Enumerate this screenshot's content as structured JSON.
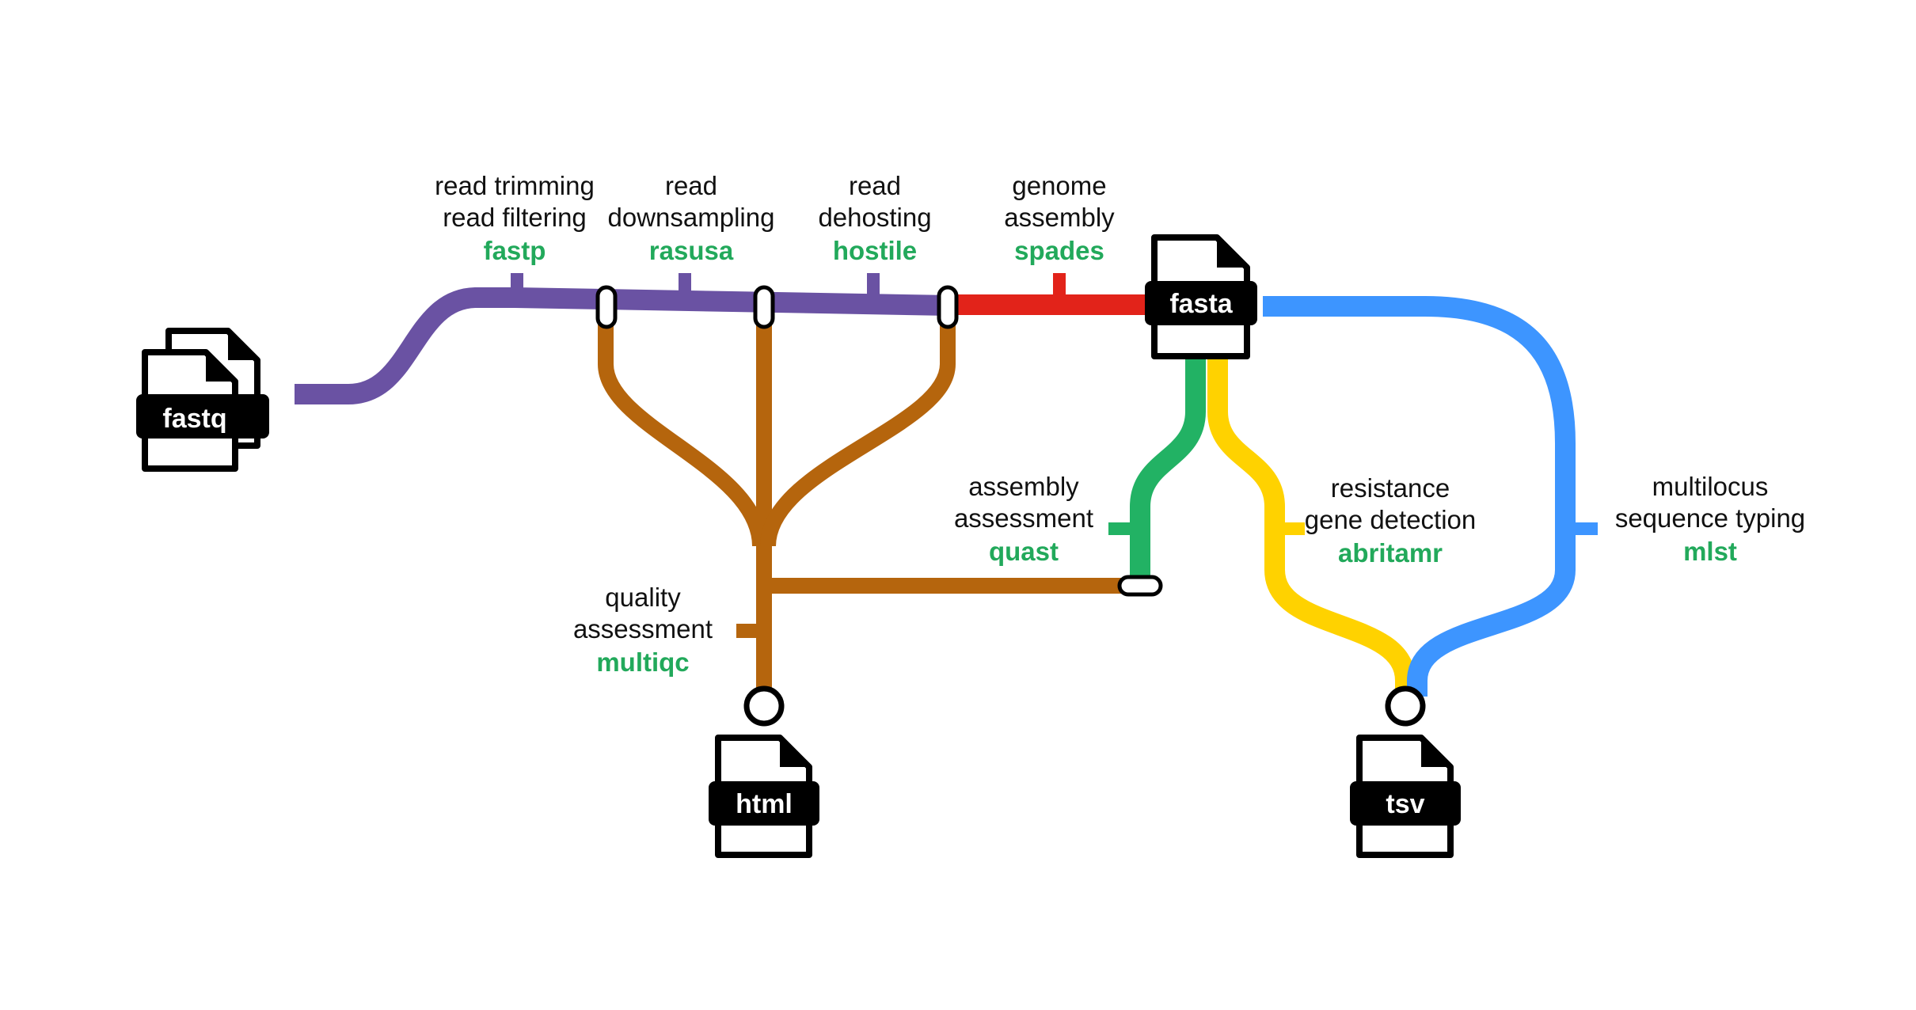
{
  "colors": {
    "read_prep": "#6a52a3",
    "assembly": "#e2231a",
    "qc": "#b5650d",
    "quast": "#22b264",
    "amr": "#ffd200",
    "mlst": "#3d95ff",
    "tool_text": "#22a95b",
    "file_icon": "#000000"
  },
  "files": {
    "input": {
      "label": "fastq",
      "icon": "stacked-file-icon"
    },
    "assembly": {
      "label": "fasta",
      "icon": "file-icon"
    },
    "report": {
      "label": "html",
      "icon": "file-icon"
    },
    "table": {
      "label": "tsv",
      "icon": "file-icon"
    }
  },
  "steps": {
    "trimming": {
      "lines": [
        "read trimming",
        "read filtering"
      ],
      "tool": "fastp"
    },
    "downsampling": {
      "lines": [
        "read",
        "downsampling"
      ],
      "tool": "rasusa"
    },
    "dehosting": {
      "lines": [
        "read",
        "dehosting"
      ],
      "tool": "hostile"
    },
    "assembly": {
      "lines": [
        "genome",
        "assembly"
      ],
      "tool": "spades"
    },
    "quality": {
      "lines": [
        "quality",
        "assessment"
      ],
      "tool": "multiqc"
    },
    "assembly_qc": {
      "lines": [
        "assembly",
        "assessment"
      ],
      "tool": "quast"
    },
    "resistance": {
      "lines": [
        "resistance",
        "gene detection"
      ],
      "tool": "abritamr"
    },
    "typing": {
      "lines": [
        "multilocus",
        "sequence typing"
      ],
      "tool": "mlst"
    }
  }
}
